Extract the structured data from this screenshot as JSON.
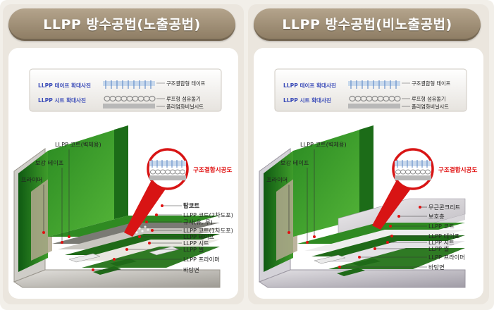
{
  "left": {
    "title": "LLPP 방수공법(노출공법)",
    "inset": {
      "tape_photo": "LLPP 테이프  확대사진",
      "sheet_photo": "LLPP 시트  확대사진",
      "right_labels": [
        "구조결합형 테이프",
        "루프형 섬유돌기",
        "폴리염화비닐시트"
      ]
    },
    "callout": "구조결합시공도",
    "left_labels": [
      "LLPP 코트(벽체용)",
      "보강 테이프",
      "프라이머"
    ],
    "right_labels": [
      "탑코트",
      "LLPP 코트(2차도포)",
      "규사(유, 무)",
      "LLPP 코트(1차도포)",
      "LLPP 테이프",
      "LLPP 시트",
      "LLPP 씰",
      "LLPP 프라이머",
      "바탕면"
    ]
  },
  "right": {
    "title": "LLPP 방수공법(비노출공법)",
    "inset": {
      "tape_photo": "LLPP 테이프  확대사진",
      "sheet_photo": "LLPP 시트  확대사진",
      "right_labels": [
        "구조결합형 테이프",
        "루프형 섬유돌기",
        "폴리염화비닐시트"
      ]
    },
    "callout": "구조결합시공도",
    "left_labels": [
      "LLPP 코트(벽체용)",
      "보강 테이프",
      "프라이머"
    ],
    "right_labels": [
      "무근콘크리트",
      "보호층",
      "LLPP 코트",
      "LLPP 테이프",
      "LLPP 시트",
      "LLPP 씰",
      "LLPP 프라이머",
      "바탕면"
    ]
  },
  "colors": {
    "accent_green": "#1f7a1f",
    "callout_red": "#e01010",
    "title_pill": "#a08f75",
    "concrete": "#b9b6ad"
  }
}
